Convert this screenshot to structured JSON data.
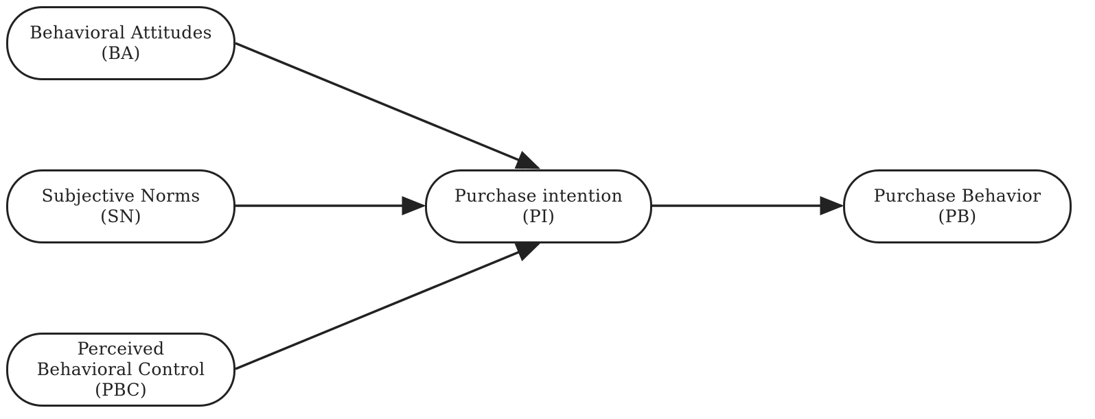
{
  "nodes": {
    "ba": {
      "lines": [
        "Behavioral Attitudes",
        "(BA)"
      ]
    },
    "sn": {
      "lines": [
        "Subjective Norms",
        "(SN)"
      ]
    },
    "pbc": {
      "lines": [
        "Perceived",
        "Behavioral Control",
        "(PBC)"
      ]
    },
    "pi": {
      "lines": [
        "Purchase intention",
        "(PI)"
      ]
    },
    "pb": {
      "lines": [
        "Purchase Behavior",
        "(PB)"
      ]
    }
  },
  "edges": [
    {
      "from": "ba",
      "to": "pi"
    },
    {
      "from": "sn",
      "to": "pi"
    },
    {
      "from": "pbc",
      "to": "pi"
    },
    {
      "from": "pi",
      "to": "pb"
    }
  ],
  "colors": {
    "stroke": "#222222",
    "background": "#ffffff"
  }
}
